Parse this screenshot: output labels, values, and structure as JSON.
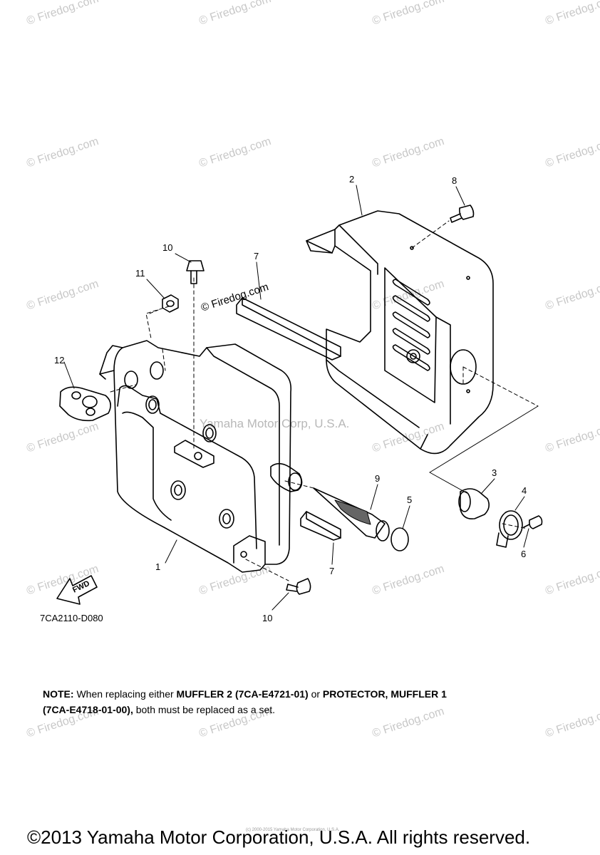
{
  "watermark_text": "© Firedog.com",
  "center_watermark": "Yamaha Motor Corp, U.S.A.",
  "mid_watermark": "© Firedog.com",
  "diagram_code": "7CA2110-D080",
  "fwd_label": "FWD",
  "callouts": [
    "1",
    "2",
    "3",
    "4",
    "5",
    "6",
    "7",
    "7",
    "8",
    "9",
    "10",
    "10",
    "11",
    "12"
  ],
  "note": {
    "label": "NOTE:",
    "t1": " When replacing either ",
    "b1": "MUFFLER 2 (7CA-E4721-01)",
    "t2": " or ",
    "b2": "PROTECTOR, MUFFLER 1",
    "b3": "(7CA-E4718-01-00),",
    "t3": " both must be replaced as a set."
  },
  "tiny_print": "(c) 2000-2015 Yamaha Motor Corporation, U.S.A.",
  "copyright": "©2013 Yamaha Motor Corporation, U.S.A. All rights reserved."
}
